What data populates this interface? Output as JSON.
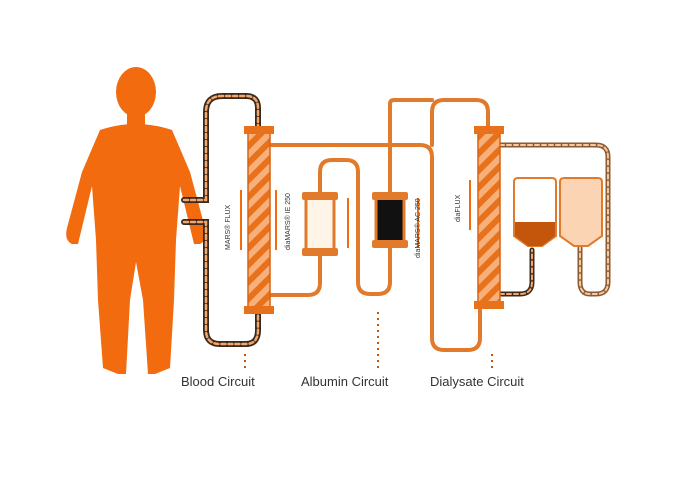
{
  "colors": {
    "primary": "#f26b0f",
    "tube_dark": "#3a2a1e",
    "tube_light": "#f4a66a",
    "dark_filter": "#111111",
    "light_bag": "#fbd4b4",
    "dark_fluid": "#c4560c"
  },
  "device_labels": {
    "mars_flux": "MARS® FLUX",
    "die_mars_ie": "diaMARS® IE 250",
    "die_mars_ac": "diaMARS® AC 250",
    "dia_flux": "diaFLUX"
  },
  "circuits": {
    "blood": "Blood Circuit",
    "albumin": "Albumin Circuit",
    "dialysate": "Dialysate Circuit"
  },
  "icons": {
    "patient": "human-silhouette-icon",
    "fluid_bags": "iv-bag-icon"
  }
}
